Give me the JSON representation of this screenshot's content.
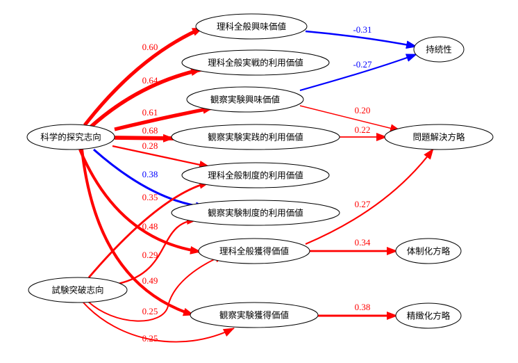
{
  "colors": {
    "positive": "#ff0000",
    "negative": "#0000ff",
    "node_stroke": "#000000"
  },
  "nodes": [
    {
      "id": "sci",
      "label": "科学的探究志向"
    },
    {
      "id": "exam",
      "label": "試験突破志向"
    },
    {
      "id": "rika_interest",
      "label": "理科全般興味価値"
    },
    {
      "id": "rika_practical",
      "label": "理科全般実戦的利用価値"
    },
    {
      "id": "kansatsu_interest",
      "label": "観察実験興味価値"
    },
    {
      "id": "kansatsu_practical",
      "label": "観察実験実践的利用価値"
    },
    {
      "id": "rika_institutional",
      "label": "理科全般制度的利用価値"
    },
    {
      "id": "kansatsu_institutional",
      "label": "観察実験制度的利用価値"
    },
    {
      "id": "rika_attainment",
      "label": "理科全般獲得価値"
    },
    {
      "id": "kansatsu_attainment",
      "label": "観察実験獲得価値"
    },
    {
      "id": "persistence",
      "label": "持続性"
    },
    {
      "id": "problem_solving",
      "label": "問題解決方略"
    },
    {
      "id": "organization",
      "label": "体制化方略"
    },
    {
      "id": "elaboration",
      "label": "精緻化方略"
    }
  ],
  "edges": [
    {
      "from": "sci",
      "to": "rika_interest",
      "weight": 0.6,
      "label": "0.60",
      "color": "positive"
    },
    {
      "from": "sci",
      "to": "rika_practical",
      "weight": 0.64,
      "label": "0.64",
      "color": "positive"
    },
    {
      "from": "sci",
      "to": "kansatsu_interest",
      "weight": 0.61,
      "label": "0.61",
      "color": "positive"
    },
    {
      "from": "sci",
      "to": "kansatsu_practical",
      "weight": 0.68,
      "label": "0.68",
      "color": "positive"
    },
    {
      "from": "sci",
      "to": "rika_institutional",
      "weight": 0.28,
      "label": "0.28",
      "color": "positive"
    },
    {
      "from": "sci",
      "to": "kansatsu_institutional",
      "weight": 0.38,
      "label": "0.38",
      "color": "negative"
    },
    {
      "from": "sci",
      "to": "rika_attainment",
      "weight": 0.48,
      "label": "0.48",
      "color": "positive"
    },
    {
      "from": "sci",
      "to": "kansatsu_attainment",
      "weight": 0.49,
      "label": "0.49",
      "color": "positive"
    },
    {
      "from": "exam",
      "to": "rika_institutional",
      "weight": 0.35,
      "label": "0.35",
      "color": "positive"
    },
    {
      "from": "exam",
      "to": "kansatsu_institutional",
      "weight": 0.29,
      "label": "0.29",
      "color": "positive"
    },
    {
      "from": "exam",
      "to": "rika_attainment",
      "weight": 0.25,
      "label": "0.25",
      "color": "positive"
    },
    {
      "from": "exam",
      "to": "kansatsu_attainment",
      "weight": 0.25,
      "label": "0.25",
      "color": "positive"
    },
    {
      "from": "rika_interest",
      "to": "persistence",
      "weight": -0.31,
      "label": "-0.31",
      "color": "negative"
    },
    {
      "from": "kansatsu_interest",
      "to": "persistence",
      "weight": -0.27,
      "label": "-0.27",
      "color": "negative"
    },
    {
      "from": "kansatsu_interest",
      "to": "problem_solving",
      "weight": 0.2,
      "label": "0.20",
      "color": "positive"
    },
    {
      "from": "kansatsu_practical",
      "to": "problem_solving",
      "weight": 0.22,
      "label": "0.22",
      "color": "positive"
    },
    {
      "from": "rika_attainment",
      "to": "problem_solving",
      "weight": 0.27,
      "label": "0.27",
      "color": "positive"
    },
    {
      "from": "rika_attainment",
      "to": "organization",
      "weight": 0.34,
      "label": "0.34",
      "color": "positive"
    },
    {
      "from": "kansatsu_attainment",
      "to": "elaboration",
      "weight": 0.38,
      "label": "0.38",
      "color": "positive"
    }
  ]
}
